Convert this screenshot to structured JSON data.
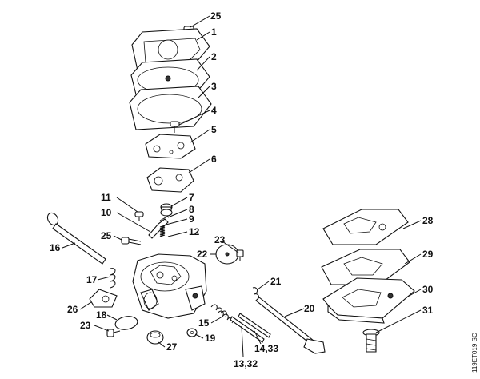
{
  "labels": {
    "l25a": "25",
    "l1": "1",
    "l2": "2",
    "l3": "3",
    "l4": "4",
    "l5": "5",
    "l6": "6",
    "l11": "11",
    "l7": "7",
    "l10": "10",
    "l8": "8",
    "l9": "9",
    "l25b": "25",
    "l12": "12",
    "l16": "16",
    "l23a": "23",
    "l22": "22",
    "l17": "17",
    "l21": "21",
    "l26": "26",
    "l20": "20",
    "l18": "18",
    "l15": "15",
    "l23b": "23",
    "l27": "27",
    "l19": "19",
    "l14_33": "14,33",
    "l13_32": "13,32",
    "l28": "28",
    "l29": "29",
    "l30": "30",
    "l31": "31"
  },
  "reference_code": "119ET019 SC"
}
